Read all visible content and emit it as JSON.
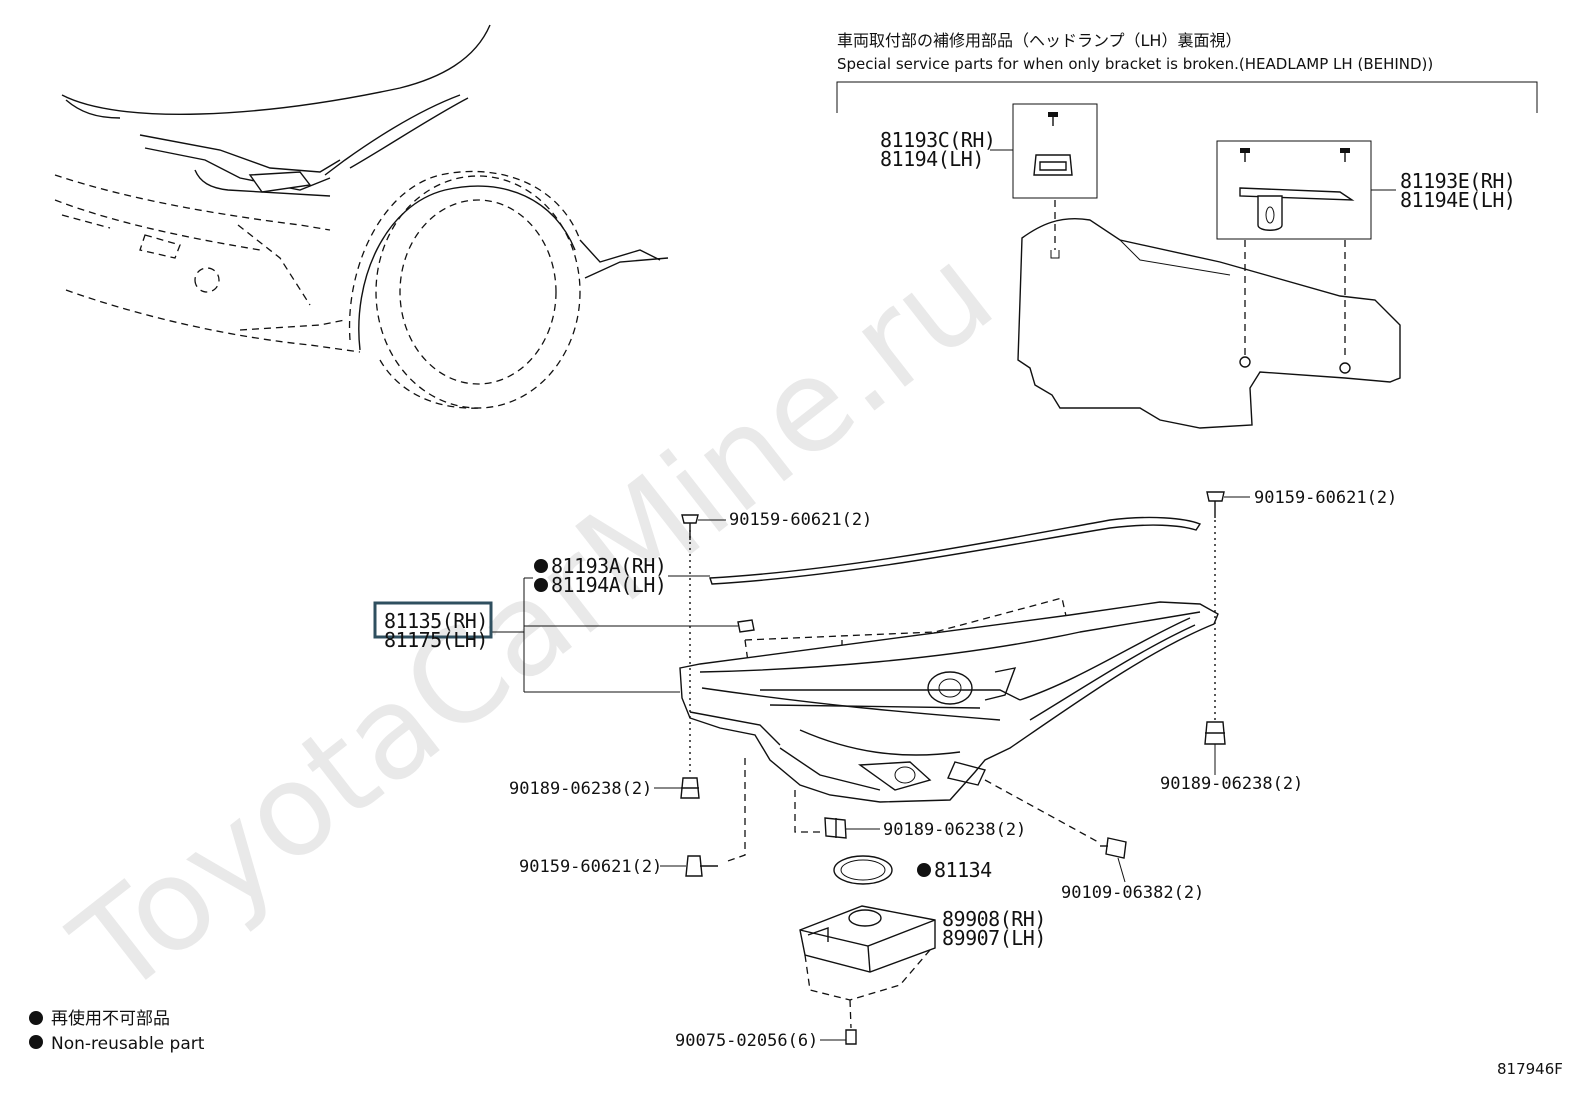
{
  "watermark": "ToyotaCarMine.ru",
  "inset": {
    "title_jp": "車両取付部の補修用部品（ヘッドランプ（LH）裏面視）",
    "title_en": "Special service parts for when only bracket is broken.(HEADLAMP LH (BEHIND))"
  },
  "parts": {
    "p81193c": "81193C(RH)",
    "p81194": "81194(LH)",
    "p81193e": "81193E(RH)",
    "p81194e": "81194E(LH)",
    "p81193a": "81193A(RH)",
    "p81194a": "81194A(LH)",
    "p81135": "81135(RH)",
    "p81175": "81175(LH)",
    "p90159_top": "90159-60621(2)",
    "p90159_right": "90159-60621(2)",
    "p90159_bottom": "90159-60621(2)",
    "p90189_left": "90189-06238(2)",
    "p90189_right": "90189-06238(2)",
    "p90189_mid": "90189-06238(2)",
    "p81134": "81134",
    "p90109": "90109-06382(2)",
    "p89908": "89908(RH)",
    "p89907": "89907(LH)",
    "p90075": "90075-02056(6)"
  },
  "legend": {
    "jp": "再使用不可部品",
    "en": "Non-reusable part"
  },
  "diagram_code": "817946F",
  "highlight_color": "#2f4f5f"
}
